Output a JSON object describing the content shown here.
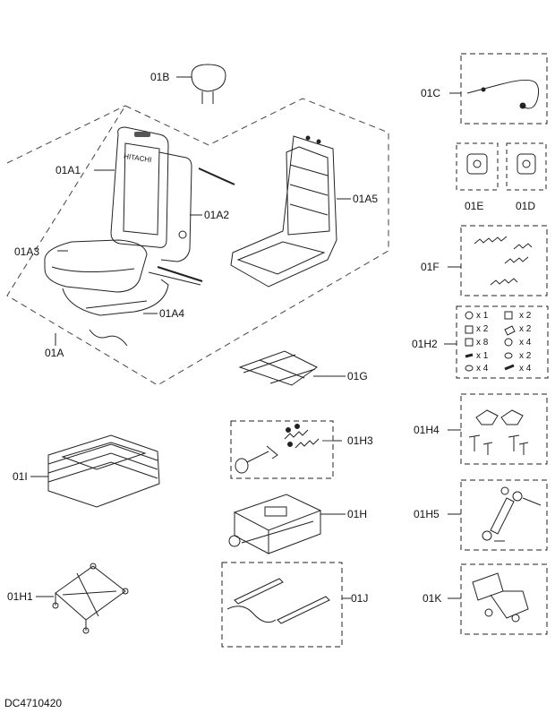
{
  "diagram": {
    "drawing_code": "DC4710420",
    "labels": {
      "01B": "01B",
      "01C": "01C",
      "01A1": "01A1",
      "01A2": "01A2",
      "01A3": "01A3",
      "01A4": "01A4",
      "01A5": "01A5",
      "01A": "01A",
      "01E": "01E",
      "01D": "01D",
      "01F": "01F",
      "01H2": "01H2",
      "01G": "01G",
      "01H3": "01H3",
      "01H4": "01H4",
      "01I": "01I",
      "01H": "01H",
      "01H5": "01H5",
      "01H1": "01H1",
      "01J": "01J",
      "01K": "01K"
    },
    "hardware_quantities": [
      "x 1",
      "x 2",
      "x 2",
      "x 2",
      "x 8",
      "x 4",
      "x 1",
      "x 2",
      "x 4",
      "x 4"
    ],
    "seat_logo": "HITACHI"
  }
}
